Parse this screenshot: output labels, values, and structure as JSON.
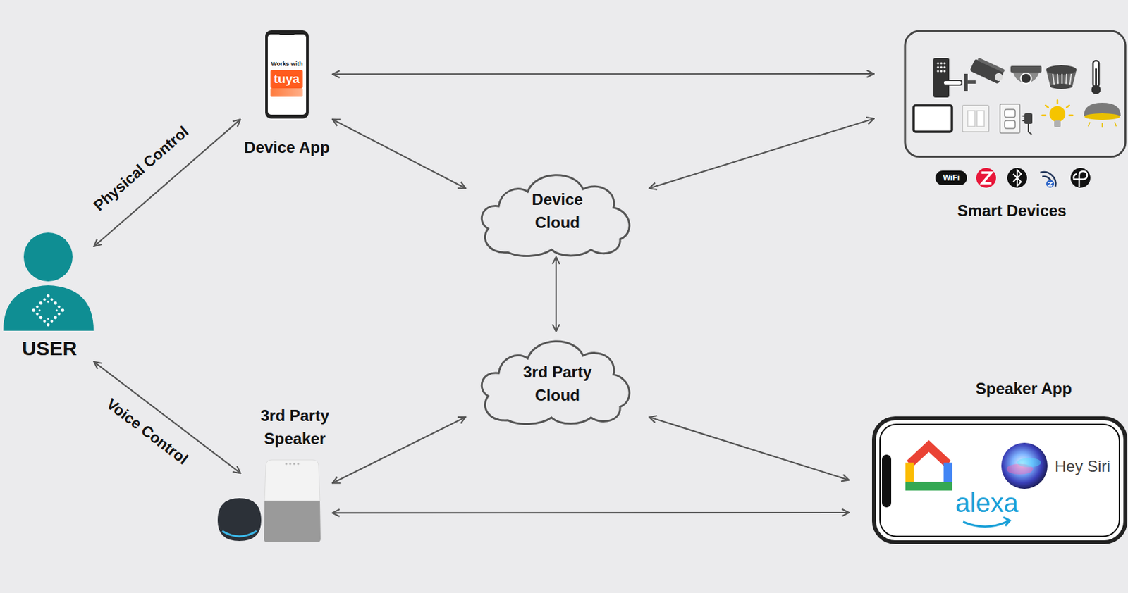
{
  "diagram": {
    "nodes": [
      {
        "text": [
          "USER"
        ]
      },
      {
        "text": [
          "Works with",
          "tuya",
          "Device App"
        ]
      },
      {
        "text": [
          "Device Cloud"
        ]
      },
      {
        "text": [
          "Smart Devices"
        ]
      },
      {
        "text": [
          "3rd Party Cloud"
        ]
      },
      {
        "text": [
          "3rd Party Speaker"
        ]
      },
      {
        "text": [
          "Speaker App",
          "Hey Siri",
          "alexa"
        ]
      }
    ],
    "edges": [
      {
        "from": 0,
        "to": 1,
        "label": "Physical Control",
        "arrow": "both"
      },
      {
        "from": 0,
        "to": 5,
        "label": "Voice Control",
        "arrow": "both"
      },
      {
        "from": 1,
        "to": 3,
        "arrow": "both"
      },
      {
        "from": 1,
        "to": 2,
        "arrow": "both"
      },
      {
        "from": 3,
        "to": 2,
        "arrow": "both"
      },
      {
        "from": 2,
        "to": 4,
        "arrow": "both"
      },
      {
        "from": 5,
        "to": 4,
        "arrow": "both"
      },
      {
        "from": 6,
        "to": 4,
        "arrow": "both"
      },
      {
        "from": 5,
        "to": 6,
        "arrow": "both"
      }
    ],
    "labels": [
      "WiFi"
    ]
  }
}
